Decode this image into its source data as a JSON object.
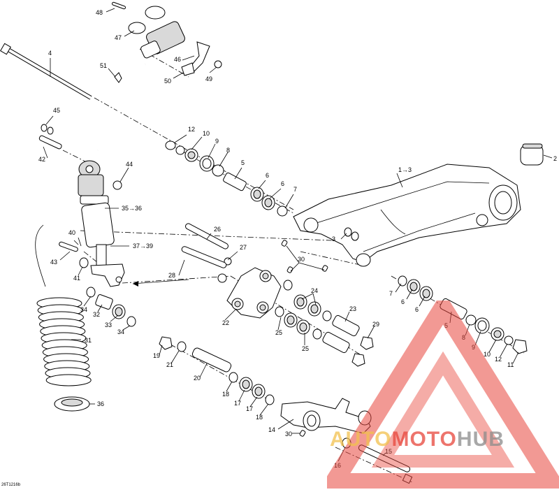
{
  "labels": [
    {
      "id": "48",
      "text": "48"
    },
    {
      "id": "47",
      "text": "47"
    },
    {
      "id": "46",
      "text": "46"
    },
    {
      "id": "49",
      "text": "49"
    },
    {
      "id": "50",
      "text": "50"
    },
    {
      "id": "51",
      "text": "51"
    },
    {
      "id": "4",
      "text": "4"
    },
    {
      "id": "45",
      "text": "45"
    },
    {
      "id": "42",
      "text": "42"
    },
    {
      "id": "44",
      "text": "44"
    },
    {
      "id": "12a",
      "text": "12"
    },
    {
      "id": "10a",
      "text": "10"
    },
    {
      "id": "9a",
      "text": "9"
    },
    {
      "id": "8a",
      "text": "8"
    },
    {
      "id": "5a",
      "text": "5"
    },
    {
      "id": "6a",
      "text": "6"
    },
    {
      "id": "6b",
      "text": "6"
    },
    {
      "id": "7a",
      "text": "7"
    },
    {
      "id": "1to3",
      "text": "1→3"
    },
    {
      "id": "2",
      "text": "2"
    },
    {
      "id": "3",
      "text": "3"
    },
    {
      "id": "35to36",
      "text": "35→36"
    },
    {
      "id": "37to39",
      "text": "37→39"
    },
    {
      "id": "40",
      "text": "40"
    },
    {
      "id": "43",
      "text": "43"
    },
    {
      "id": "41",
      "text": "41"
    },
    {
      "id": "26",
      "text": "26"
    },
    {
      "id": "27",
      "text": "27"
    },
    {
      "id": "28",
      "text": "28"
    },
    {
      "id": "30a",
      "text": "30"
    },
    {
      "id": "24",
      "text": "24"
    },
    {
      "id": "22",
      "text": "22"
    },
    {
      "id": "25a",
      "text": "25"
    },
    {
      "id": "25b",
      "text": "25"
    },
    {
      "id": "23",
      "text": "23"
    },
    {
      "id": "29",
      "text": "29"
    },
    {
      "id": "34a",
      "text": "34"
    },
    {
      "id": "32",
      "text": "32"
    },
    {
      "id": "33",
      "text": "33"
    },
    {
      "id": "34b",
      "text": "34"
    },
    {
      "id": "31",
      "text": "31"
    },
    {
      "id": "36",
      "text": "36"
    },
    {
      "id": "19",
      "text": "19"
    },
    {
      "id": "21",
      "text": "21"
    },
    {
      "id": "20",
      "text": "20"
    },
    {
      "id": "18a",
      "text": "18"
    },
    {
      "id": "17a",
      "text": "17"
    },
    {
      "id": "17b",
      "text": "17"
    },
    {
      "id": "18b",
      "text": "18"
    },
    {
      "id": "14",
      "text": "14"
    },
    {
      "id": "30b",
      "text": "30"
    },
    {
      "id": "16",
      "text": "16"
    },
    {
      "id": "15",
      "text": "15"
    },
    {
      "id": "7b",
      "text": "7"
    },
    {
      "id": "6c",
      "text": "6"
    },
    {
      "id": "6d",
      "text": "6"
    },
    {
      "id": "5b",
      "text": "5"
    },
    {
      "id": "8b",
      "text": "8"
    },
    {
      "id": "9b",
      "text": "9"
    },
    {
      "id": "10b",
      "text": "10"
    },
    {
      "id": "12b",
      "text": "12"
    },
    {
      "id": "11",
      "text": "11"
    }
  ],
  "doc_code": "26T1216b",
  "watermark": {
    "part1": "AUTO",
    "part2": "MOTO",
    "part3": "HUB",
    "colors": {
      "yellow": "#f2c14e",
      "red": "#e8463c",
      "gray": "#8c8c8c"
    }
  }
}
